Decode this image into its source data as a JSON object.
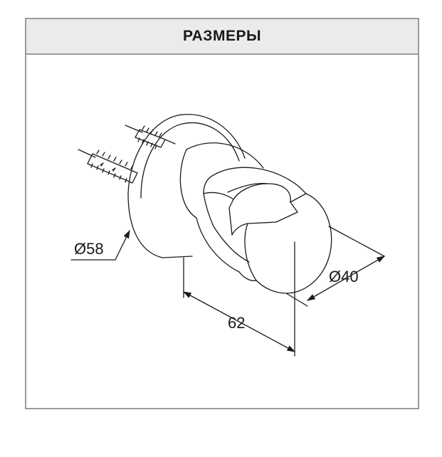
{
  "header": {
    "title": "РАЗМЕРЫ"
  },
  "dimensions": {
    "base_diameter": "Ø58",
    "holder_diameter": "Ø40",
    "depth": "62"
  },
  "colors": {
    "line": "#1a1a1a",
    "frame": "#9a9a9a",
    "header_bg": "#ebebeb"
  }
}
